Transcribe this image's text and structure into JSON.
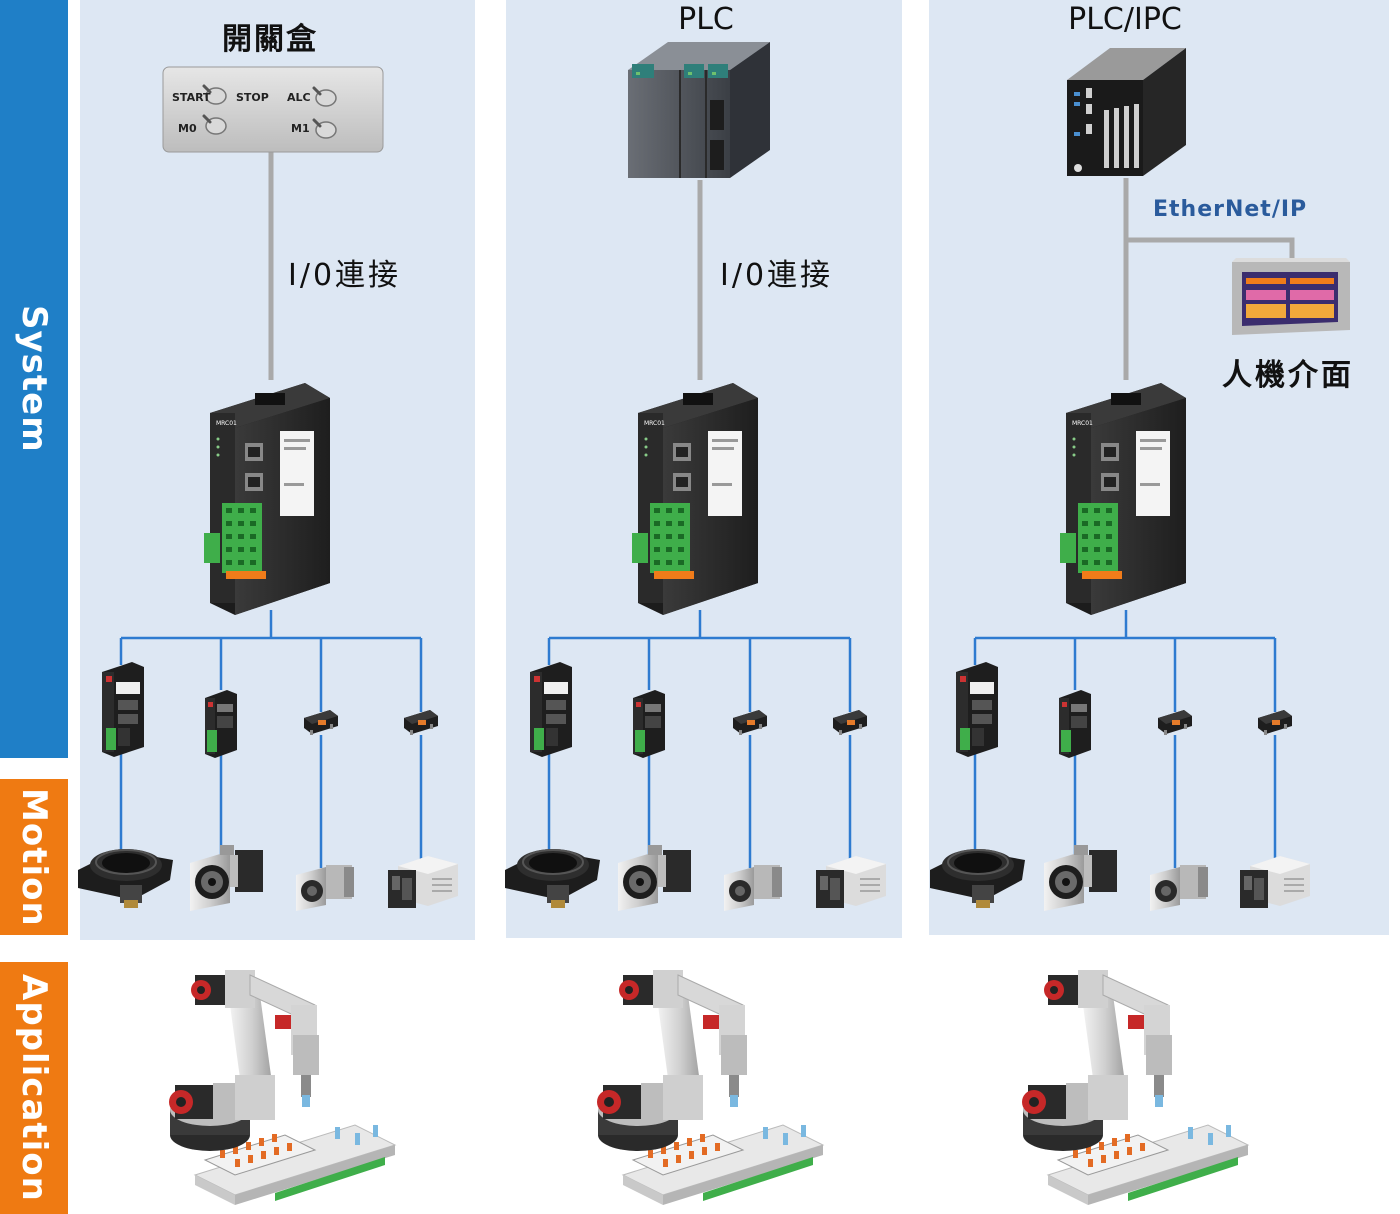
{
  "sidebar": {
    "system": {
      "label": "System",
      "color": "#1f7fc7"
    },
    "motion": {
      "label": "Motion",
      "color": "#ef7a12"
    },
    "application": {
      "label": "Application",
      "color": "#ef7a12"
    }
  },
  "columns": [
    {
      "title": "開關盒",
      "connection": "I/0連接"
    },
    {
      "title": "PLC",
      "connection": "I/0連接"
    },
    {
      "title": "PLC/IPC",
      "network_logo": "EtherNet/IP",
      "hmi_label": "人機介面"
    }
  ],
  "switch_box": {
    "start": "START",
    "stop": "STOP",
    "alc": "ALC",
    "m0": "M0",
    "m1": "M1"
  },
  "colors": {
    "panel": "#dde7f3",
    "wire_gray": "#a9a9a9",
    "wire_blue": "#2e7bd0",
    "device_dark": "#2b2b2b",
    "terminal_green": "#3fae4a"
  }
}
